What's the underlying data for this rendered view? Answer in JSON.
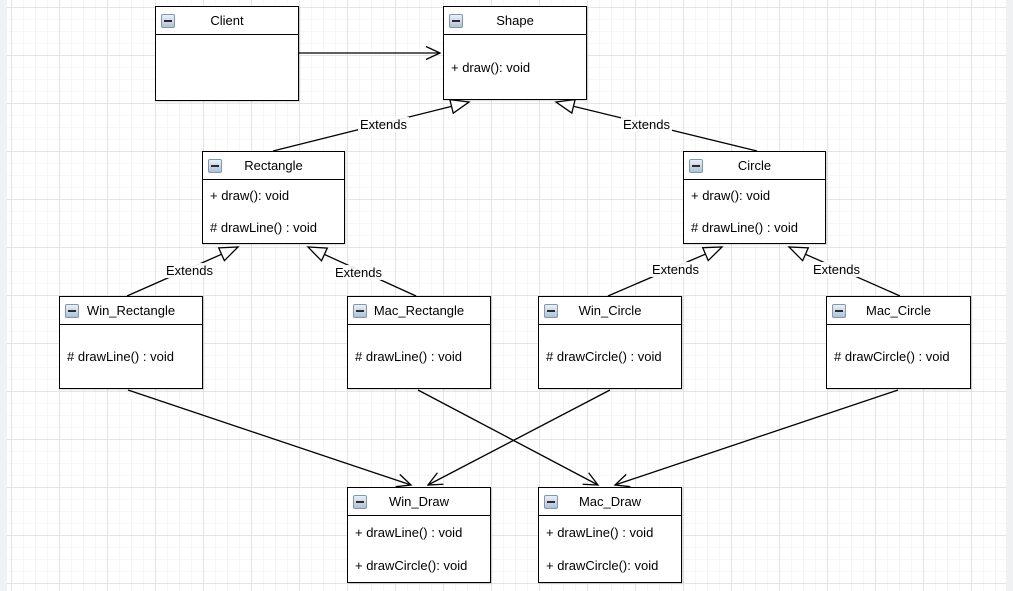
{
  "app": {
    "tool": "diagram-editor-canvas",
    "background_color": "#ffffff",
    "grid_minor_color": "#f6f6f6",
    "grid_major_color": "#e4e4e4",
    "edge_color": "#000000",
    "box_fill_color": "#ffffff",
    "box_border_color": "#000000"
  },
  "labels": {
    "extends": "Extends"
  },
  "classes": {
    "client": {
      "title": "Client",
      "members": []
    },
    "shape": {
      "title": "Shape",
      "members": [
        "+ draw(): void"
      ]
    },
    "rectangle": {
      "title": "Rectangle",
      "members": [
        "+ draw(): void",
        "# drawLine() : void"
      ]
    },
    "circle": {
      "title": "Circle",
      "members": [
        "+ draw(): void",
        "# drawLine() : void"
      ]
    },
    "win_rectangle": {
      "title": "Win_Rectangle",
      "members": [
        "# drawLine() : void"
      ]
    },
    "mac_rectangle": {
      "title": "Mac_Rectangle",
      "members": [
        "# drawLine() : void"
      ]
    },
    "win_circle": {
      "title": "Win_Circle",
      "members": [
        "# drawCircle() : void"
      ]
    },
    "mac_circle": {
      "title": "Mac_Circle",
      "members": [
        "# drawCircle() : void"
      ]
    },
    "win_draw": {
      "title": "Win_Draw",
      "members": [
        "+ drawLine() : void",
        "+ drawCircle(): void"
      ]
    },
    "mac_draw": {
      "title": "Mac_Draw",
      "members": [
        "+ drawLine() : void",
        "+ drawCircle(): void"
      ]
    }
  },
  "relations": [
    {
      "from": "Client",
      "to": "Shape",
      "type": "association",
      "arrow": "open"
    },
    {
      "from": "Rectangle",
      "to": "Shape",
      "type": "inheritance",
      "arrow": "hollow-triangle",
      "label": "Extends"
    },
    {
      "from": "Circle",
      "to": "Shape",
      "type": "inheritance",
      "arrow": "hollow-triangle",
      "label": "Extends"
    },
    {
      "from": "Win_Rectangle",
      "to": "Rectangle",
      "type": "inheritance",
      "arrow": "hollow-triangle",
      "label": "Extends"
    },
    {
      "from": "Mac_Rectangle",
      "to": "Rectangle",
      "type": "inheritance",
      "arrow": "hollow-triangle",
      "label": "Extends"
    },
    {
      "from": "Win_Circle",
      "to": "Circle",
      "type": "inheritance",
      "arrow": "hollow-triangle",
      "label": "Extends"
    },
    {
      "from": "Mac_Circle",
      "to": "Circle",
      "type": "inheritance",
      "arrow": "hollow-triangle",
      "label": "Extends"
    },
    {
      "from": "Win_Rectangle",
      "to": "Win_Draw",
      "type": "association",
      "arrow": "open"
    },
    {
      "from": "Win_Circle",
      "to": "Win_Draw",
      "type": "association",
      "arrow": "open"
    },
    {
      "from": "Mac_Rectangle",
      "to": "Mac_Draw",
      "type": "association",
      "arrow": "open"
    },
    {
      "from": "Mac_Circle",
      "to": "Mac_Draw",
      "type": "association",
      "arrow": "open"
    }
  ]
}
